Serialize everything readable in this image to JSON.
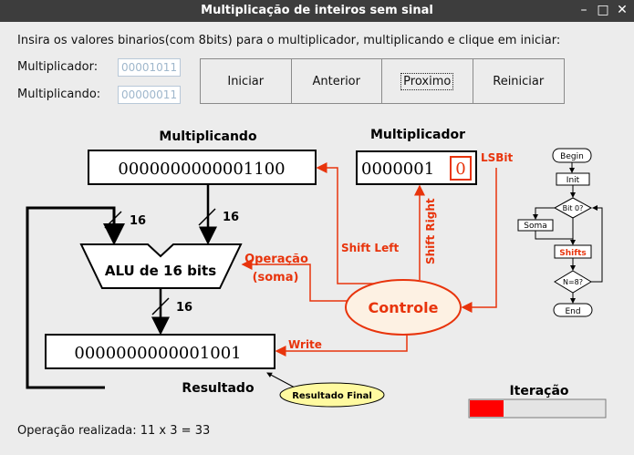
{
  "window": {
    "title": "Multiplicação de inteiros sem sinal",
    "minimize": "–",
    "maximize": "□",
    "close": "✕"
  },
  "instructions": "Insira os valores binarios(com 8bits) para o multiplicador, multiplicando e clique em iniciar:",
  "inputs": {
    "multiplicador_label": "Multiplicador:",
    "multiplicador_value": "00001011",
    "multiplicando_label": "Multiplicando:",
    "multiplicando_value": "00000011"
  },
  "buttons": {
    "iniciar": "Iniciar",
    "anterior": "Anterior",
    "proximo": "Proximo",
    "reiniciar": "Reiniciar"
  },
  "diagram": {
    "multiplicando_title": "Multiplicando",
    "multiplicando_register": "0000000000001100",
    "multiplicador_title": "Multiplicador",
    "multiplicador_register": "0000001",
    "multiplicador_lsb": "0",
    "lsbit": "LSBit",
    "alu": "ALU de 16 bits",
    "bus_width_left": "16",
    "bus_width_right": "16",
    "bus_width_out": "16",
    "operacao_line1": "Operação",
    "operacao_line2": "(soma)",
    "shift_left": "Shift Left",
    "shift_right": "Shift Right",
    "controle": "Controle",
    "write": "Write",
    "resultado_register": "0000000000001001",
    "resultado_title": "Resultado",
    "resultado_final": "Resultado Final",
    "iteracao": "Iteração",
    "iteracao_progress": 0.25
  },
  "flowchart": {
    "begin": "Begin",
    "init": "Init",
    "bit0": "Bit 0?",
    "soma": "Soma",
    "shifts": "Shifts",
    "n8": "N=8?",
    "end": "End"
  },
  "footer": "Operação realizada: 11 x 3 = 33",
  "colors": {
    "accent_red": "#e8340c",
    "controle_fill": "#fdf1e3",
    "resultado_final_fill": "#fffaa0",
    "progress_fill": "#ff0000"
  }
}
